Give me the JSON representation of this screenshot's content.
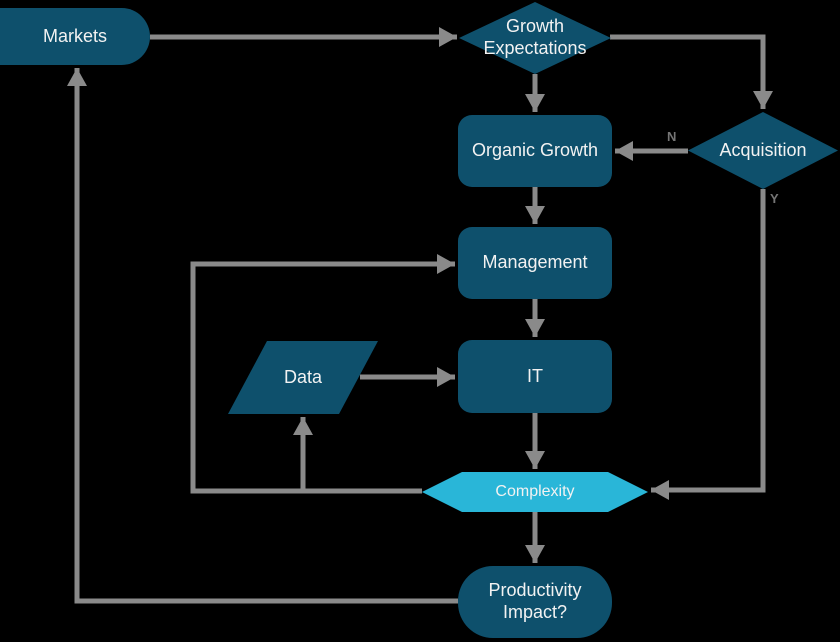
{
  "colors": {
    "background": "#000000",
    "node_fill": "#0E506C",
    "accent_fill": "#29B6D8",
    "line": "#8A8A8A",
    "node_text": "#F2F2F2",
    "edge_label_text": "#757575"
  },
  "nodes": {
    "markets": {
      "label": "Markets",
      "shape": "rounded-stadium"
    },
    "growth_expectations": {
      "label": "Growth Expectations",
      "shape": "diamond"
    },
    "acquisition": {
      "label": "Acquisition",
      "shape": "diamond"
    },
    "organic_growth": {
      "label": "Organic Growth",
      "shape": "rounded-rect"
    },
    "management": {
      "label": "Management",
      "shape": "rounded-rect"
    },
    "data": {
      "label": "Data",
      "shape": "parallelogram"
    },
    "it": {
      "label": "IT",
      "shape": "rounded-rect"
    },
    "complexity": {
      "label": "Complexity",
      "shape": "hexagon"
    },
    "productivity_impact": {
      "label": "Productivity Impact?",
      "shape": "rounded-stadium"
    }
  },
  "edge_labels": {
    "acquisition_no": "N",
    "acquisition_yes": "Y"
  }
}
